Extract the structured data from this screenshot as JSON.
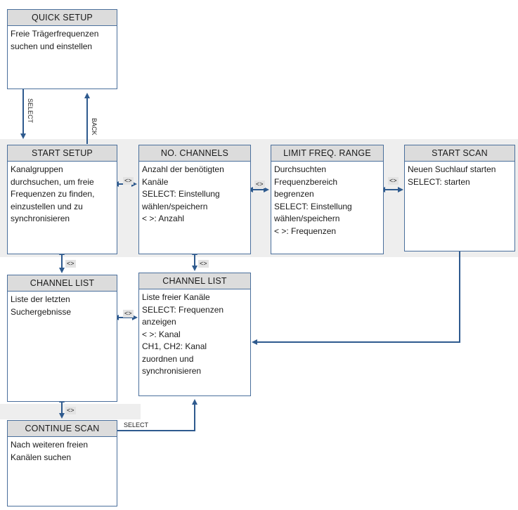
{
  "boxes": {
    "quick_setup": {
      "title": "QUICK SETUP",
      "lines": [
        "Freie Trägerfrequenzen",
        "suchen und einstellen"
      ]
    },
    "start_setup": {
      "title": "START SETUP",
      "lines": [
        "Kanalgruppen",
        "durchsuchen, um freie",
        "Frequenzen zu finden,",
        "einzustellen und zu",
        "synchronisieren"
      ]
    },
    "no_channels": {
      "title": "NO. CHANNELS",
      "lines": [
        "Anzahl der benötigten",
        "Kanäle",
        "SELECT: Einstellung",
        "wählen/speichern",
        "< >: Anzahl"
      ]
    },
    "limit_freq_range": {
      "title": "LIMIT FREQ. RANGE",
      "lines": [
        "Durchsuchten",
        "Frequenzbereich",
        "begrenzen",
        "SELECT: Einstellung",
        "wählen/speichern",
        "< >: Frequenzen"
      ]
    },
    "start_scan": {
      "title": "START SCAN",
      "lines": [
        "Neuen Suchlauf starten",
        "SELECT: starten"
      ]
    },
    "channel_list_left": {
      "title": "CHANNEL LIST",
      "lines": [
        "Liste der letzten",
        "Suchergebnisse"
      ]
    },
    "channel_list_center": {
      "title": "CHANNEL LIST",
      "lines": [
        "Liste freier Kanäle",
        "SELECT: Frequenzen",
        "anzeigen",
        "< >: Kanal",
        "CH1, CH2: Kanal",
        "zuordnen und",
        "synchronisieren"
      ]
    },
    "continue_scan": {
      "title": "CONTINUE SCAN",
      "lines": [
        "Nach weiteren freien",
        "Kanälen suchen"
      ]
    }
  },
  "labels": {
    "select_down": "SELECT",
    "back_up": "BACK",
    "select_right": "SELECT",
    "nav_tag": "<>"
  },
  "colors": {
    "border": "#4a6f9c",
    "arrow": "#2e5a8e",
    "header": "#dcdcdc",
    "band": "#eeeeee"
  }
}
